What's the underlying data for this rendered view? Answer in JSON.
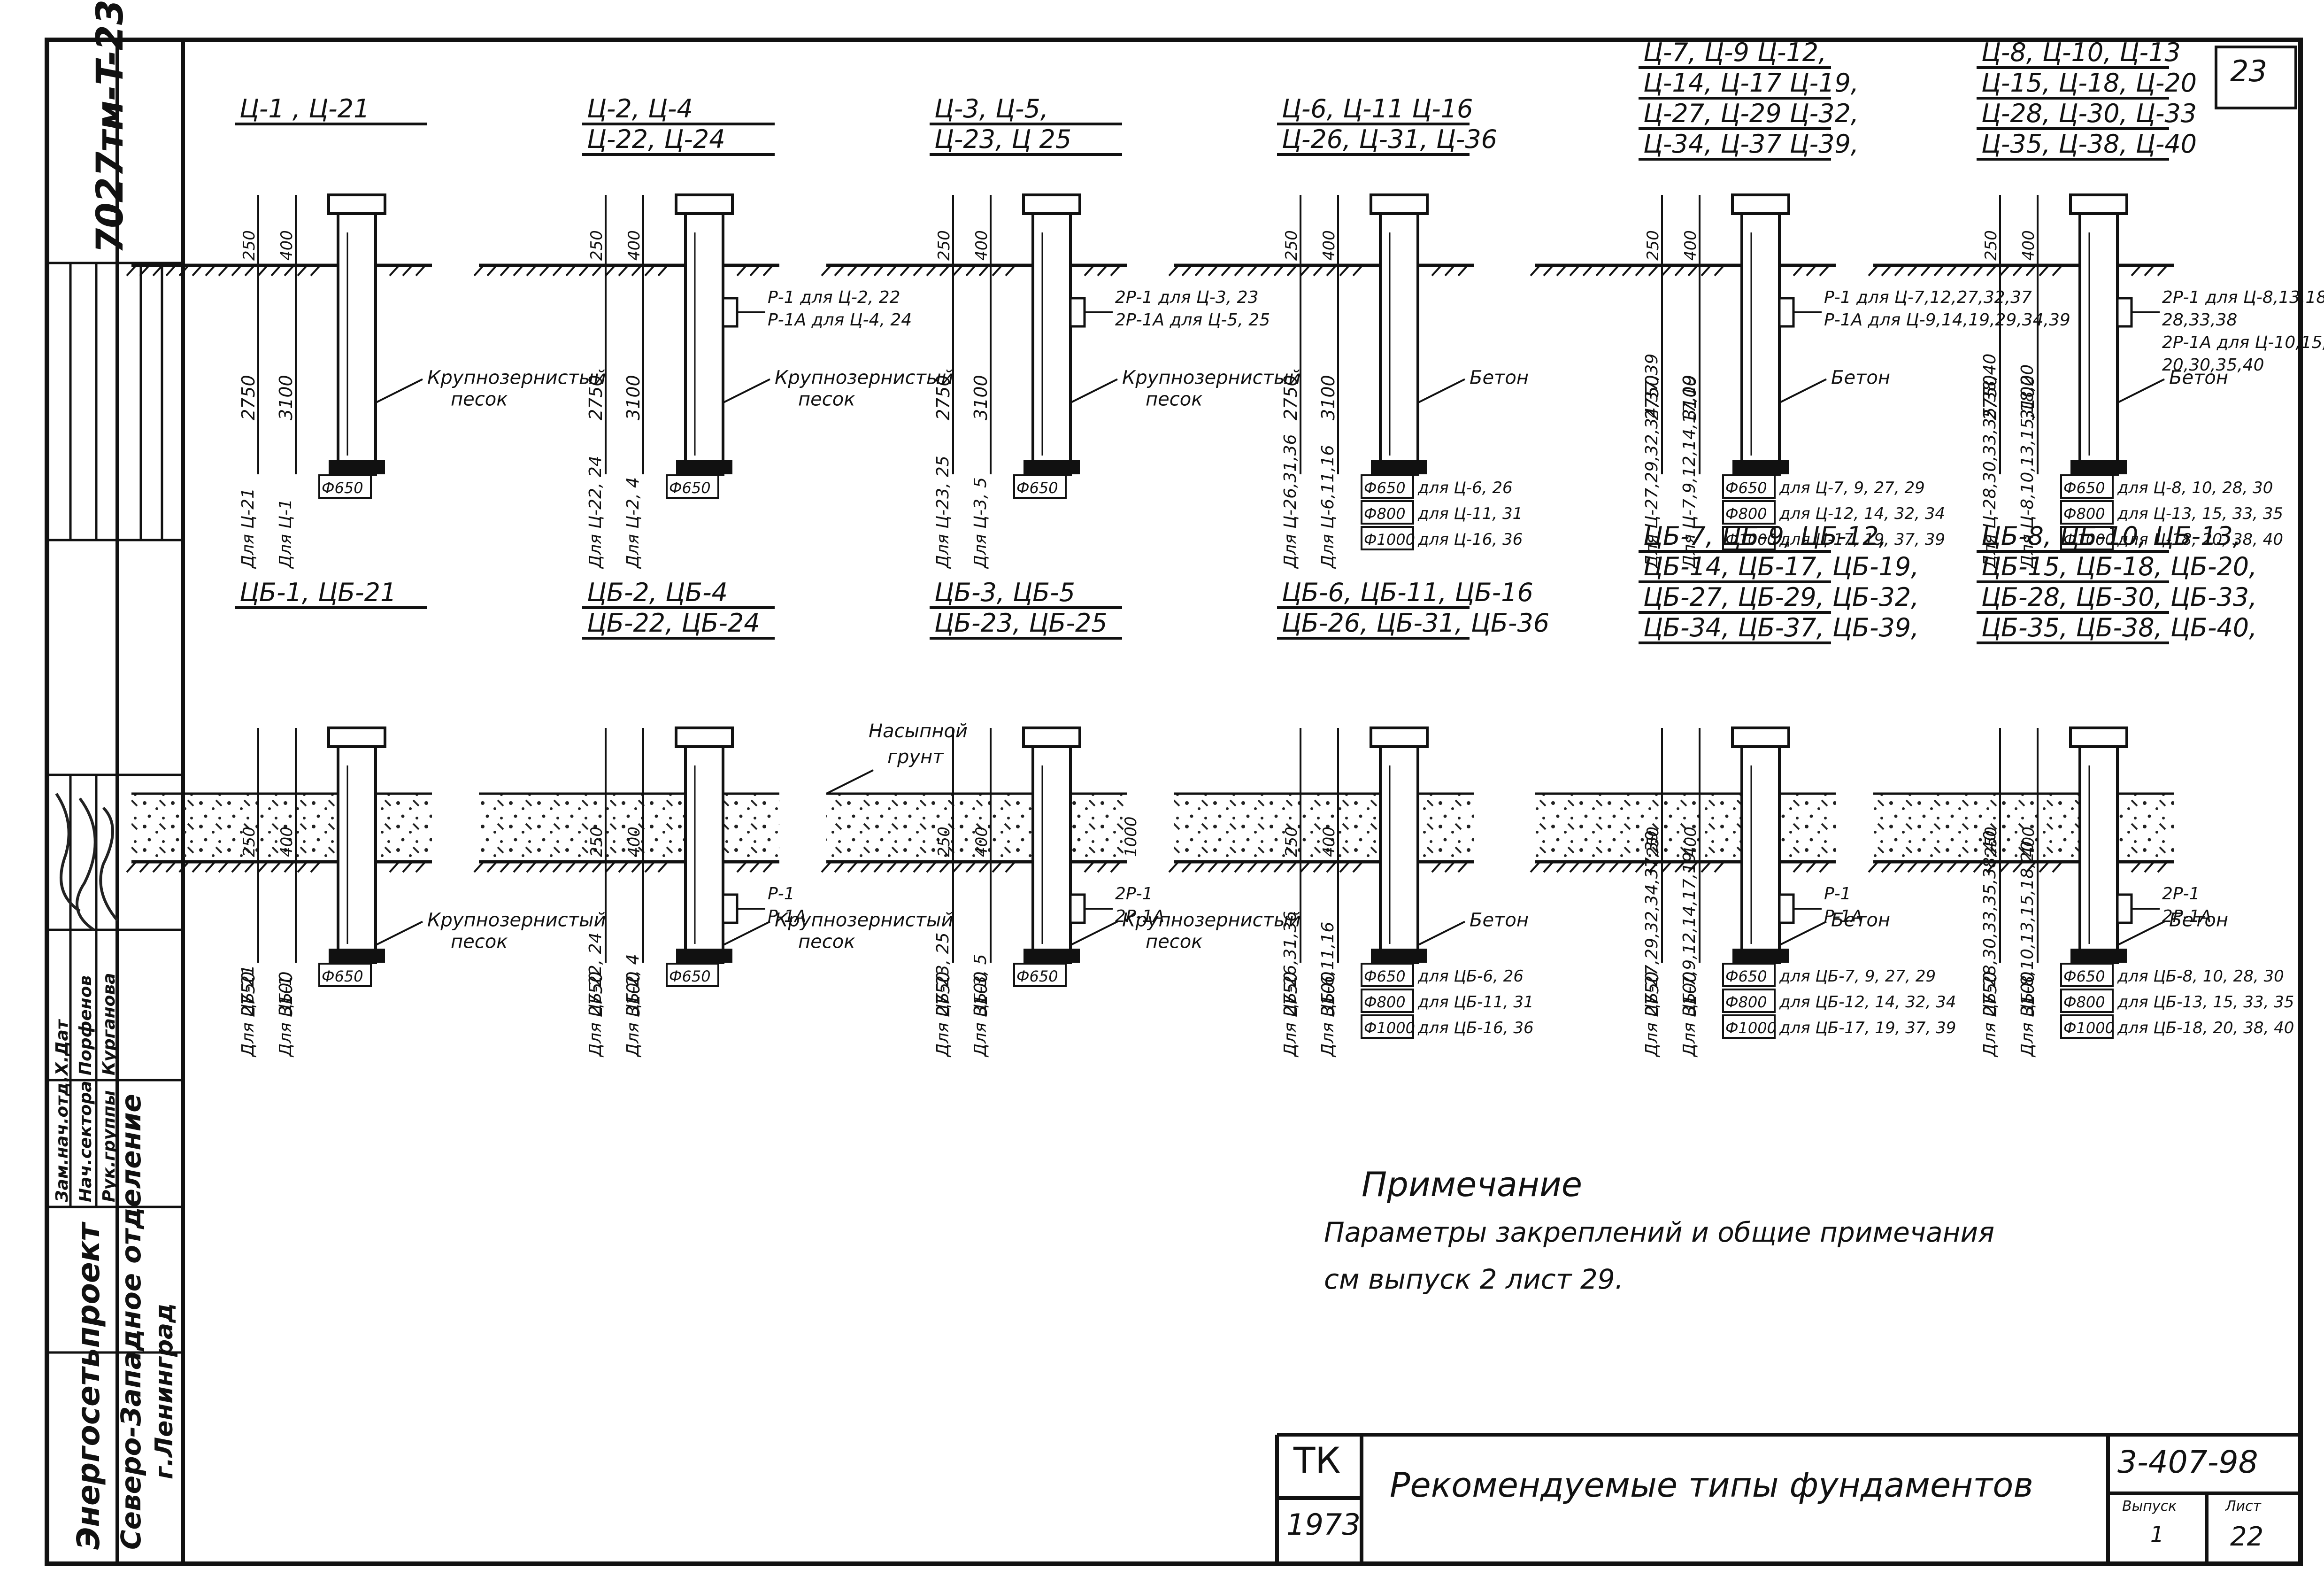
{
  "sheet_number_corner": "23",
  "side_panel": {
    "project_code": "7027тм-T-23",
    "org_line1": "Энергосетьпроект",
    "org_line2": "Северо-Западное отделение",
    "org_line3": "г.Ленинград",
    "roles": [
      "Зам.нач.отд.",
      "Нач.сектора",
      "Рук.группы"
    ],
    "names": [
      "Х.Дат",
      "Порфенов",
      "Курганова"
    ]
  },
  "row1": [
    {
      "title_lines": [
        "Ц-1 , Ц-21"
      ],
      "dims": [
        "250",
        "400",
        "2750",
        "3100"
      ],
      "material": "Крупнозернистый песок",
      "left_labels": [
        "Для Ц-21",
        "Для Ц-1"
      ],
      "diam": [
        "Ф650"
      ],
      "diam_notes": []
    },
    {
      "title_lines": [
        "Ц-2, Ц-4",
        "Ц-22, Ц-24"
      ],
      "dims": [
        "250",
        "400",
        "2750",
        "3100"
      ],
      "rigel": [
        "Р-1 для Ц-2, 22",
        "Р-1А для Ц-4, 24"
      ],
      "material": "Крупнозернистый песок",
      "left_labels": [
        "Для Ц-22, 24",
        "Для Ц-2, 4"
      ],
      "diam": [
        "Ф650"
      ],
      "diam_notes": []
    },
    {
      "title_lines": [
        "Ц-3, Ц-5,",
        "Ц-23, Ц 25"
      ],
      "dims": [
        "250",
        "400",
        "2750",
        "3100"
      ],
      "rigel": [
        "2Р-1 для Ц-3, 23",
        "2Р-1А для Ц-5, 25"
      ],
      "material": "Крупнозернистый песок",
      "left_labels": [
        "Для Ц-23, 25",
        "Для Ц-3, 5"
      ],
      "diam": [
        "Ф650"
      ],
      "diam_notes": []
    },
    {
      "title_lines": [
        "Ц-6, Ц-11 Ц-16",
        "Ц-26, Ц-31, Ц-36"
      ],
      "dims": [
        "250",
        "400",
        "2750",
        "3100"
      ],
      "material": "Бетон",
      "left_labels": [
        "Для Ц-26,31,36",
        "Для Ц-6,11,16"
      ],
      "diam": [
        "Ф650",
        "Ф800",
        "Ф1000"
      ],
      "diam_notes": [
        "для Ц-6, 26",
        "для Ц-11, 31",
        "для Ц-16, 36"
      ]
    },
    {
      "title_lines": [
        "Ц-7, Ц-9 Ц-12,",
        "Ц-14, Ц-17 Ц-19,",
        "Ц-27, Ц-29 Ц-32,",
        "Ц-34, Ц-37 Ц-39,"
      ],
      "dims": [
        "250",
        "400",
        "2750",
        "3100"
      ],
      "rigel": [
        "Р-1 для Ц-7,12,27,32,37",
        "Р-1А для Ц-9,14,19,29,34,39"
      ],
      "material": "Бетон",
      "left_labels": [
        "Для Ц-27,29,32,34,37,39",
        "Для Ц-7,9,12,14,17,19"
      ],
      "diam": [
        "Ф650",
        "Ф800",
        "Ф1000"
      ],
      "diam_notes": [
        "для Ц-7, 9, 27, 29",
        "для Ц-12, 14, 32, 34",
        "для Ц-17, 19, 37, 39"
      ]
    },
    {
      "title_lines": [
        "Ц-8, Ц-10, Ц-13",
        "Ц-15, Ц-18, Ц-20",
        "Ц-28, Ц-30, Ц-33",
        "Ц-35, Ц-38, Ц-40"
      ],
      "dims": [
        "250",
        "400",
        "2750",
        "3100"
      ],
      "rigel": [
        "2Р-1 для Ц-8,13,18,",
        "28,33,38",
        "2Р-1А для Ц-10,15,",
        "20,30,35,40"
      ],
      "material": "Бетон",
      "left_labels": [
        "Для Ц-28,30,33,35,38,40",
        "Для Ц-8,10,13,15,18,20"
      ],
      "diam": [
        "Ф650",
        "Ф800",
        "Ф1000"
      ],
      "diam_notes": [
        "для Ц-8, 10, 28, 30",
        "для Ц-13, 15, 33, 35",
        "для Ц-18, 20, 38, 40"
      ]
    }
  ],
  "row2": [
    {
      "title_lines": [
        "ЦБ-1, ЦБ-21"
      ],
      "dims": [
        "250",
        "400",
        "2750",
        "3100"
      ],
      "material": "Крупнозернистый песок",
      "left_labels": [
        "Для ЦБ-21",
        "Для ЦБ-1"
      ],
      "diam": [
        "Ф650"
      ],
      "diam_notes": []
    },
    {
      "title_lines": [
        "ЦБ-2, ЦБ-4",
        "ЦБ-22, ЦБ-24"
      ],
      "dims": [
        "250",
        "400",
        "2750",
        "3100"
      ],
      "rigel": [
        "Р-1",
        "Р-1А"
      ],
      "material": "Крупнозернистый песок",
      "left_labels": [
        "Для ЦБ-22, 24",
        "Для ЦБ-2, 4"
      ],
      "diam": [
        "Ф650"
      ],
      "diam_notes": []
    },
    {
      "title_lines": [
        "ЦБ-3, ЦБ-5",
        "ЦБ-23, ЦБ-25"
      ],
      "dims": [
        "250",
        "400",
        "2750",
        "3100",
        "1000"
      ],
      "rigel": [
        "2Р-1",
        "2Р-1А"
      ],
      "material": "Крупнозернистый песок",
      "fill_label": "Насыпной грунт",
      "left_labels": [
        "Для ЦБ-23, 25",
        "Для ЦБ-3, 5"
      ],
      "diam": [
        "Ф650"
      ],
      "diam_notes": []
    },
    {
      "title_lines": [
        "ЦБ-6, ЦБ-11, ЦБ-16",
        "ЦБ-26, ЦБ-31, ЦБ-36"
      ],
      "dims": [
        "250",
        "400",
        "2750",
        "3100"
      ],
      "material": "Бетон",
      "left_labels": [
        "Для ЦБ-26,31,36",
        "Для ЦБ-6,11,16"
      ],
      "diam": [
        "Ф650",
        "Ф800",
        "Ф1000"
      ],
      "diam_notes": [
        "для ЦБ-6, 26",
        "для ЦБ-11, 31",
        "для ЦБ-16, 36"
      ]
    },
    {
      "title_lines": [
        "ЦБ-7, ЦБ-9, ЦБ-12,",
        "ЦБ-14, ЦБ-17, ЦБ-19,",
        "ЦБ-27, ЦБ-29, ЦБ-32,",
        "ЦБ-34, ЦБ-37, ЦБ-39,"
      ],
      "dims": [
        "250",
        "400",
        "2750",
        "3100"
      ],
      "rigel": [
        "Р-1",
        "Р-1А"
      ],
      "material": "Бетон",
      "left_labels": [
        "Для ЦБ-27,29,32,34,37,39",
        "Для ЦБ-7,9,12,14,17,19"
      ],
      "diam": [
        "Ф650",
        "Ф800",
        "Ф1000"
      ],
      "diam_notes": [
        "для ЦБ-7, 9, 27, 29",
        "для ЦБ-12, 14, 32, 34",
        "для ЦБ-17, 19, 37, 39"
      ]
    },
    {
      "title_lines": [
        "ЦБ-8, ЦБ-10, ЦБ-13,",
        "ЦБ-15, ЦБ-18, ЦБ-20,",
        "ЦБ-28, ЦБ-30, ЦБ-33,",
        "ЦБ-35, ЦБ-38, ЦБ-40,"
      ],
      "dims": [
        "250",
        "400",
        "2750",
        "3100"
      ],
      "rigel": [
        "2Р-1",
        "2Р-1А"
      ],
      "material": "Бетон",
      "left_labels": [
        "Для ЦБ-28,30,33,35,38,40",
        "Для ЦБ-8,10,13,15,18,20"
      ],
      "diam": [
        "Ф650",
        "Ф800",
        "Ф1000"
      ],
      "diam_notes": [
        "для ЦБ-8, 10, 28, 30",
        "для ЦБ-13, 15, 33, 35",
        "для ЦБ-18, 20, 38, 40"
      ]
    }
  ],
  "note": {
    "heading": "Примечание",
    "line1": "Параметры закреплений и общие примечания",
    "line2": "см выпуск 2 лист 29."
  },
  "title_block": {
    "tk": "ТК",
    "year": "1973",
    "title": "Рекомендуемые типы фундаментов",
    "code": "3-407-98",
    "issue_label": "Выпуск",
    "issue": "1",
    "sheet_label": "Лист",
    "sheet": "22"
  }
}
